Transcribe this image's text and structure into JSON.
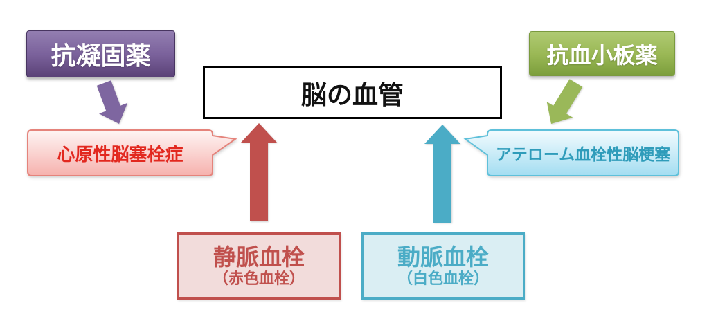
{
  "brain_box": {
    "label": "脳の血管",
    "bg": "#ffffff",
    "border_color": "#000000",
    "text_color": "#111111"
  },
  "anticoagulant_box": {
    "label": "抗凝固薬",
    "text_color": "#ffffff",
    "color_top": "#937eb1",
    "color_bottom": "#5b4277",
    "border_color": "#483561"
  },
  "antiplatelet_box": {
    "label": "抗血小板薬",
    "text_color": "#ffffff",
    "color_top": "#afca72",
    "color_bottom": "#7c9e3c",
    "border_color": "#7a9a3e"
  },
  "anticoagulant_arrow": {
    "color": "#7e66a0"
  },
  "antiplatelet_arrow": {
    "color": "#9ab859"
  },
  "cardioembolic_bubble": {
    "label": "心原性脳塞栓症",
    "text_color": "#e2281f",
    "border_color": "#e5837b",
    "fill_top": "#fef5f4",
    "fill_bottom": "#f6b1ad"
  },
  "atherothrombotic_bubble": {
    "label": "アテローム血栓性脳梗塞",
    "text_color": "#2f9cba",
    "border_color": "#5ec0da",
    "fill_top": "#f3fbfe",
    "fill_bottom": "#a3ddf1"
  },
  "venous_arrow": {
    "color": "#c0504d"
  },
  "arterial_arrow": {
    "color": "#4bacc6"
  },
  "venous_box": {
    "title": "静脈血栓",
    "subtitle": "（赤色血栓）",
    "text_color": "#c0504d",
    "bg": "#f2dcdb",
    "border_color": "#c0504d"
  },
  "arterial_box": {
    "title": "動脈血栓",
    "subtitle": "（白色血栓）",
    "text_color": "#4bacc6",
    "bg": "#daeef3",
    "border_color": "#4bacc6"
  }
}
